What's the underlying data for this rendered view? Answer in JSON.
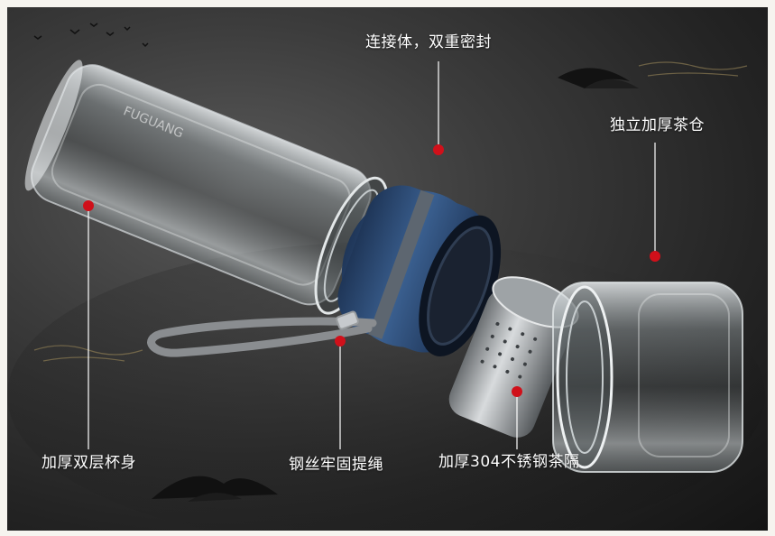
{
  "product_callouts": {
    "connector": "连接体，双重密封",
    "tea_chamber": "独立加厚茶仓",
    "cup_body": "加厚双层杯身",
    "lanyard": "钢丝牢固提绳",
    "strainer": "加厚304不锈钢茶隔"
  },
  "brand_mark": "FUGUANG",
  "colors": {
    "background": "#2a2a2a",
    "marker_dot": "#d0101a",
    "connector_blue": "#2f4f7a",
    "leader_line": "#ffffff"
  }
}
